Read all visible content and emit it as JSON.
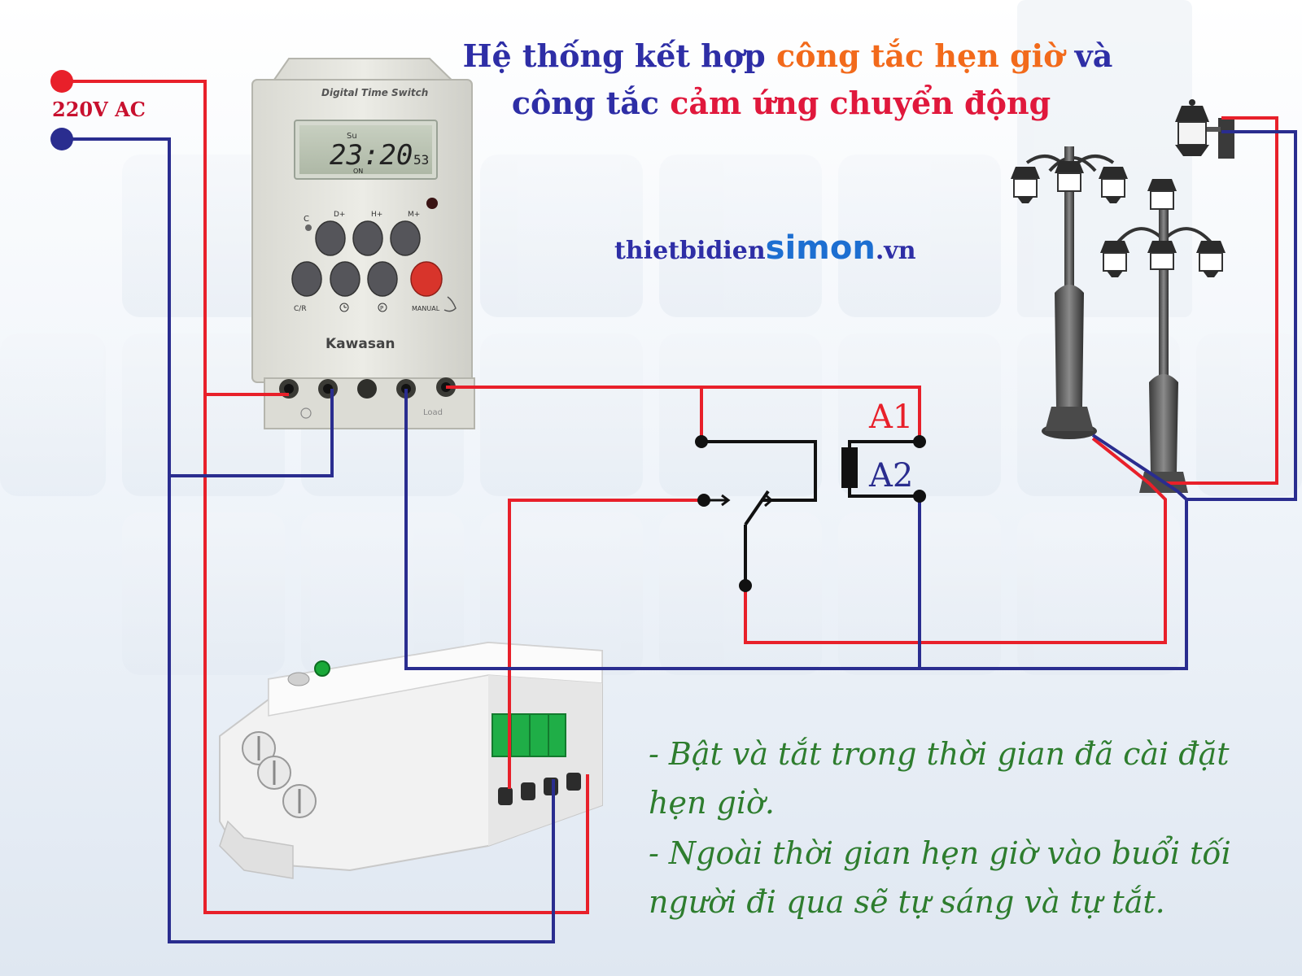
{
  "title": {
    "line1_a": "Hệ thống kết hợp ",
    "line1_b": "công tắc hẹn giờ",
    "line1_c": " và",
    "line2_a": "công tắc ",
    "line2_b": "cảm ứng chuyển động"
  },
  "supply": {
    "label": "220V AC"
  },
  "website": {
    "part1": "thietbidien",
    "part2": "simon",
    "part3": ".vn"
  },
  "timer": {
    "header": "Digital Time Switch",
    "time": "23:20",
    "seconds": "53",
    "day": "Su",
    "on_indicator": "ON",
    "brand": "Kawasan",
    "buttons": {
      "c": "C",
      "d_plus": "D+",
      "h_plus": "H+",
      "m_plus": "M+",
      "cr": "C/R",
      "manual": "MANUAL"
    },
    "load_label": "Load"
  },
  "relay": {
    "a1": "A1",
    "a2": "A2"
  },
  "notes": {
    "line1": "- Bật và tắt trong thời gian đã cài đặt",
    "line2": "hẹn giờ.",
    "line3": "- Ngoài thời gian hẹn giờ vào buổi tối",
    "line4": "người đi qua sẽ tự sáng và tự tắt."
  },
  "colors": {
    "title_blue": "#2e2ea6",
    "title_orange": "#f26a1b",
    "title_red": "#e0183c",
    "wire_red": "#e8202a",
    "wire_blue": "#2a2d8f",
    "note_green": "#2e7d2e",
    "simon_blue": "#1d6fd1"
  }
}
